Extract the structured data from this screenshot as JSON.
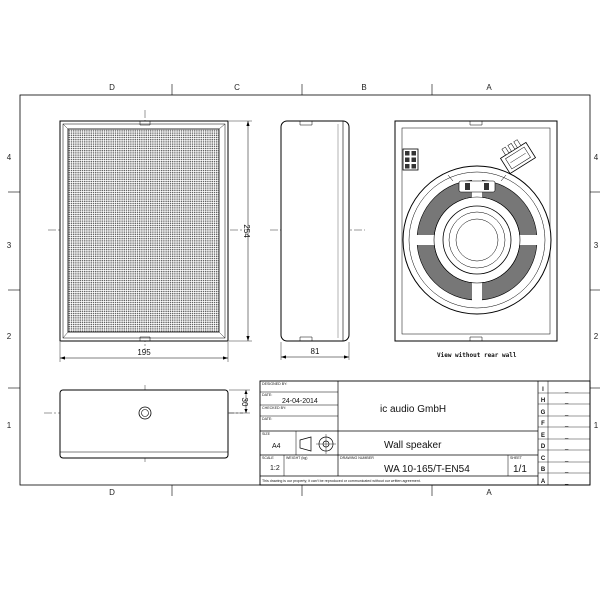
{
  "zones": {
    "columns": [
      "D",
      "C",
      "B",
      "A"
    ],
    "rows": [
      "4",
      "3",
      "2",
      "1"
    ],
    "bottom_columns": [
      "D",
      "A"
    ]
  },
  "dimensions": {
    "width": "195",
    "height": "254",
    "depth": "81",
    "bottom_depth": "30"
  },
  "caption": "View without rear wall",
  "title_block": {
    "designed_by_label": "DESIGNED BY:",
    "date_label": "DATE:",
    "date": "24-04-2014",
    "checked_by_label": "CHECKED BY:",
    "date2_label": "DATE:",
    "size_label": "SIZE",
    "size": "A4",
    "scale_label": "SCALE",
    "scale": "1:2",
    "weight_label": "WEIGHT (kg)",
    "drawing_number_label": "DRAWING NUMBER",
    "sheet_label": "SHEET",
    "company": "ic audio GmbH",
    "title": "Wall speaker",
    "drawing_number": "WA 10-165/T-EN54",
    "sheet": "1/1",
    "notice": "This drawing is our property; it can't be reproduced or communicated without our written agreement."
  },
  "revisions": {
    "letters": [
      "I",
      "H",
      "G",
      "F",
      "E",
      "D",
      "C",
      "B",
      "A"
    ],
    "marker": "_"
  }
}
